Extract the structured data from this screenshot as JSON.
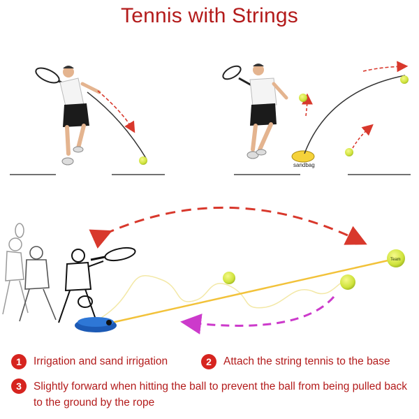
{
  "title": "Tennis with Strings",
  "sandbag_label": "sandbag",
  "ball_brand": "Team",
  "steps": [
    {
      "number": "1",
      "text": "Irrigation and sand irrigation"
    },
    {
      "number": "2",
      "text": "Attach the string tennis to the base"
    },
    {
      "number": "3",
      "text": "Slightly forward when hitting the ball to prevent the ball from being pulled back to the ground by the rope"
    }
  ],
  "colors": {
    "title": "#b31b1b",
    "step_badge": "#d6241f",
    "arrow_red": "#d8382c",
    "arrow_magenta": "#cc3acb",
    "string_yellow": "#f2c23a",
    "ball": "#cfe33c",
    "base": "#1c5ab5"
  }
}
